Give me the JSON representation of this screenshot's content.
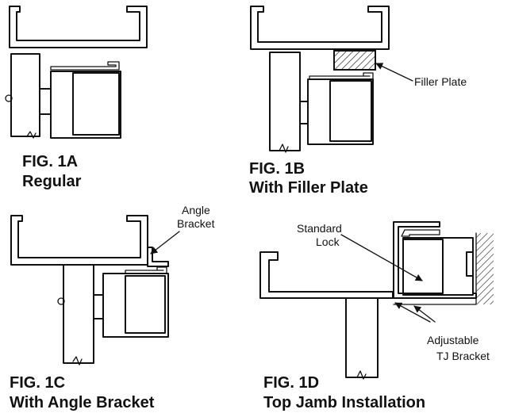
{
  "figures": [
    {
      "id": "1A",
      "caption_line1": "FIG. 1A",
      "caption_line2": "Regular"
    },
    {
      "id": "1B",
      "caption_line1": "FIG. 1B",
      "caption_line2": "With Filler Plate"
    },
    {
      "id": "1C",
      "caption_line1": "FIG. 1C",
      "caption_line2": "With Angle Bracket"
    },
    {
      "id": "1D",
      "caption_line1": "FIG. 1D",
      "caption_line2": "Top Jamb Installation"
    }
  ],
  "callouts": {
    "filler_plate": "Filler Plate",
    "angle_bracket_line1": "Angle",
    "angle_bracket_line2": "Bracket",
    "standard_lock_line1": "Standard",
    "standard_lock_line2": "Lock",
    "adjustable_line1": "Adjustable",
    "adjustable_line2": "TJ Bracket"
  }
}
